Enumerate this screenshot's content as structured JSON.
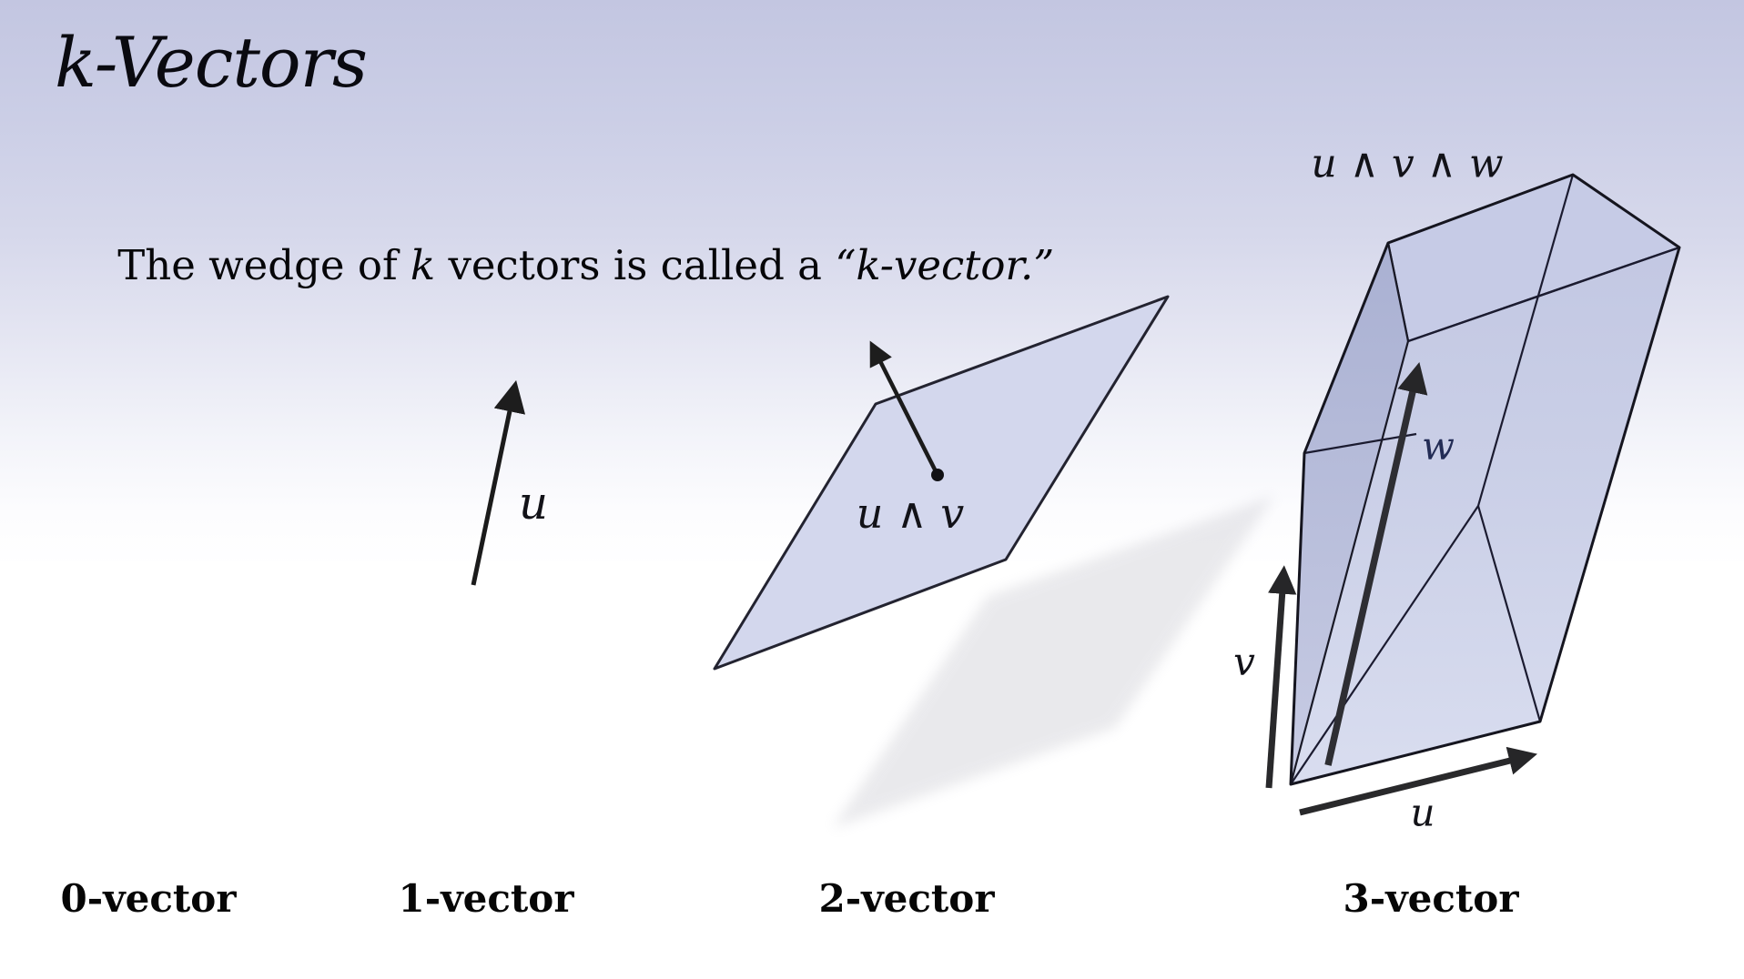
{
  "slide": {
    "title": "k-Vectors"
  },
  "sentence": {
    "part1": "The wedge of ",
    "k_italic": "k",
    "part2": " vectors is called a ",
    "quote_italic": "“k-vector.”"
  },
  "figures": {
    "one_vector": {
      "vector_label": "u"
    },
    "two_vector": {
      "wedge_label": "u ∧ v"
    },
    "three_vector": {
      "wedge_label": "u ∧ v ∧ w",
      "w_label": "w",
      "v_label": "v",
      "u_label": "u"
    }
  },
  "captions": [
    "0-vector",
    "1-vector",
    "2-vector",
    "3-vector"
  ],
  "colors": {
    "background_top": "#c3c6e1",
    "background_bottom": "#ffffff",
    "plane_fill": "#d3d7ed",
    "solid_fill_top": "#c0c5e1",
    "solid_fill_bottom": "#dadef0",
    "solid_left_face": "#aab1d3",
    "edge_stroke": "#1a1a26",
    "arrow_color": "#1f1f1f",
    "w_label_color": "#232c55",
    "shadow_color": "#c9c9cf"
  }
}
